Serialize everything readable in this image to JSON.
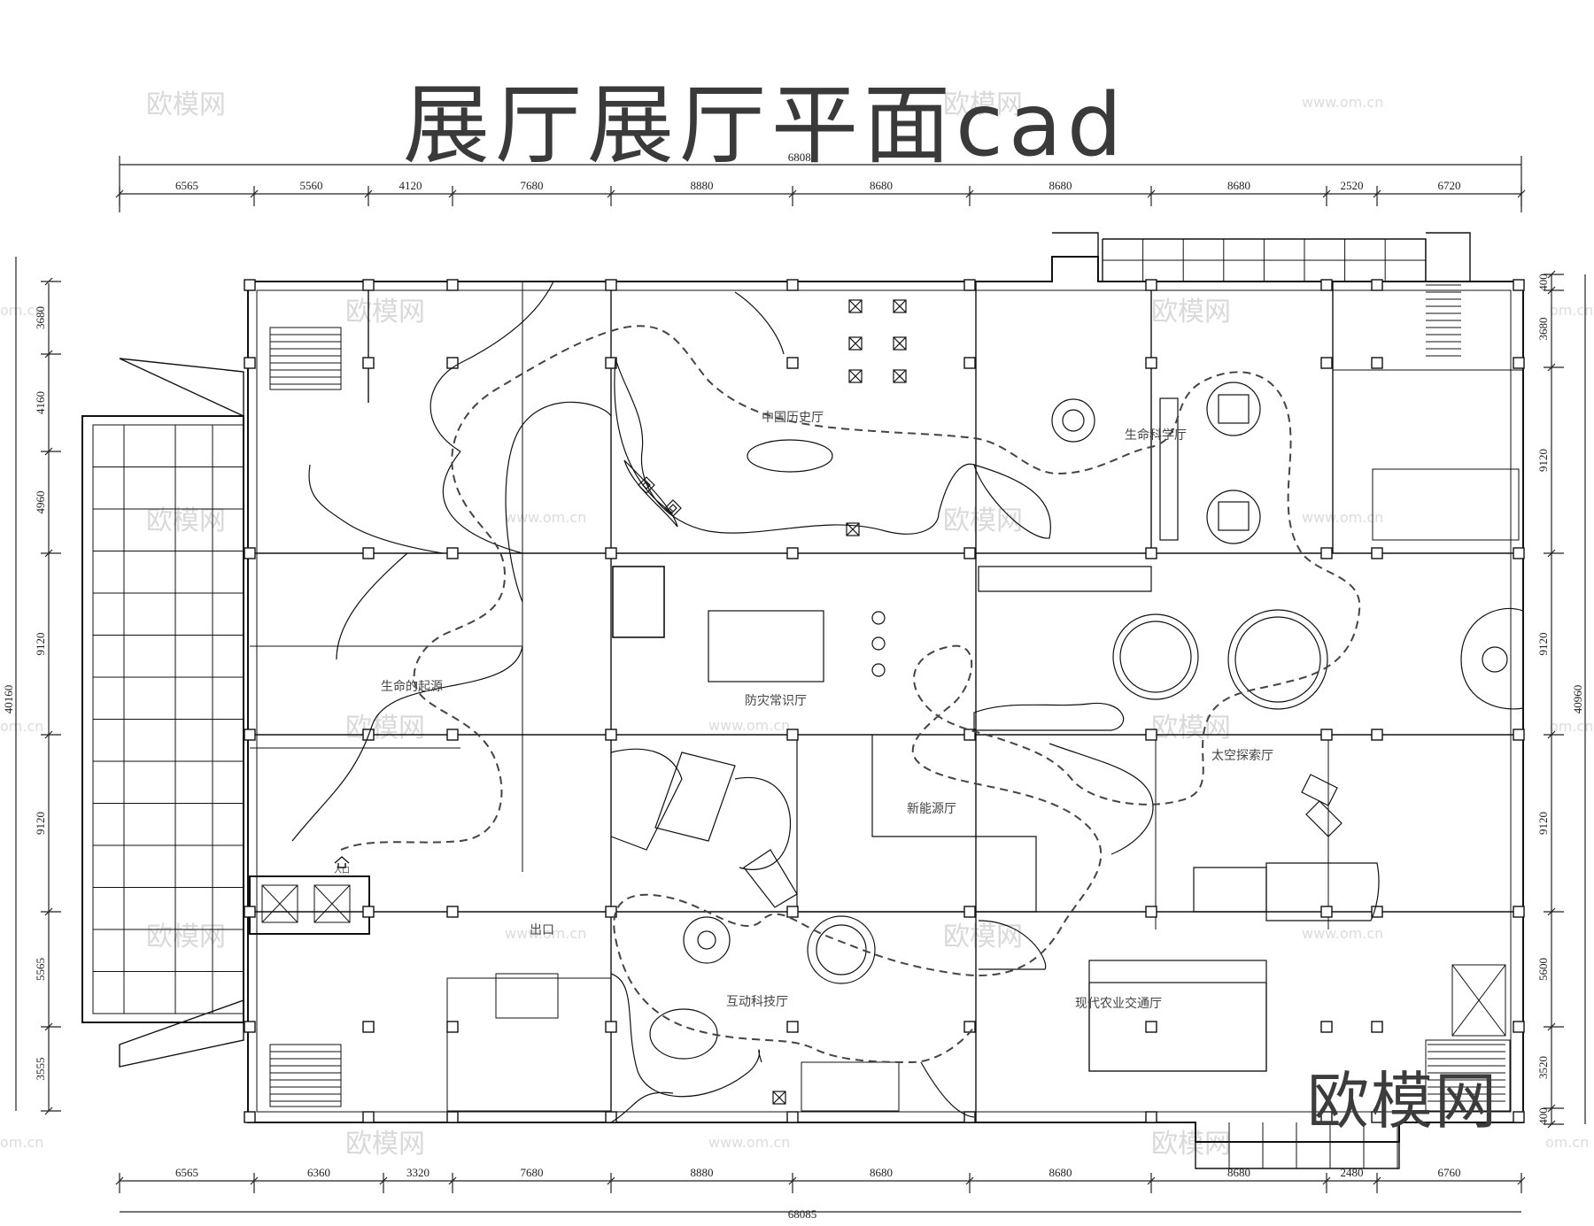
{
  "title": "展厅展厅平面cad",
  "brand_mark": "欧模网",
  "watermark": {
    "text": "欧模网",
    "url": "www.om.cn",
    "url_short": "om.cn"
  },
  "dimensions": {
    "top_total": "68085",
    "top_segments": [
      "6565",
      "5560",
      "4120",
      "7680",
      "8880",
      "8680",
      "8680",
      "8680",
      "2520",
      "6720"
    ],
    "bottom_total": "68085",
    "bottom_segments": [
      "6565",
      "6360",
      "3320",
      "7680",
      "8880",
      "8680",
      "8680",
      "8680",
      "2480",
      "6760"
    ],
    "left_total": "40160",
    "left_segments": [
      "3680",
      "4160",
      "4960",
      "9120",
      "9120",
      "5565",
      "3555"
    ],
    "right_total": "40960",
    "right_segments": [
      "400",
      "3680",
      "9120",
      "9120",
      "9120",
      "5600",
      "3520",
      "400"
    ]
  },
  "rooms": {
    "history": "中国历史厅",
    "life_science": "生命科学厅",
    "origin_of_life": "生命的起源",
    "disaster_prevention": "防灾常识厅",
    "space_exploration": "太空探索厅",
    "new_energy": "新能源厅",
    "interactive_tech": "互动科技厅",
    "agriculture_transport": "现代农业交通厅",
    "exit": "出口",
    "entrance": "入口"
  }
}
